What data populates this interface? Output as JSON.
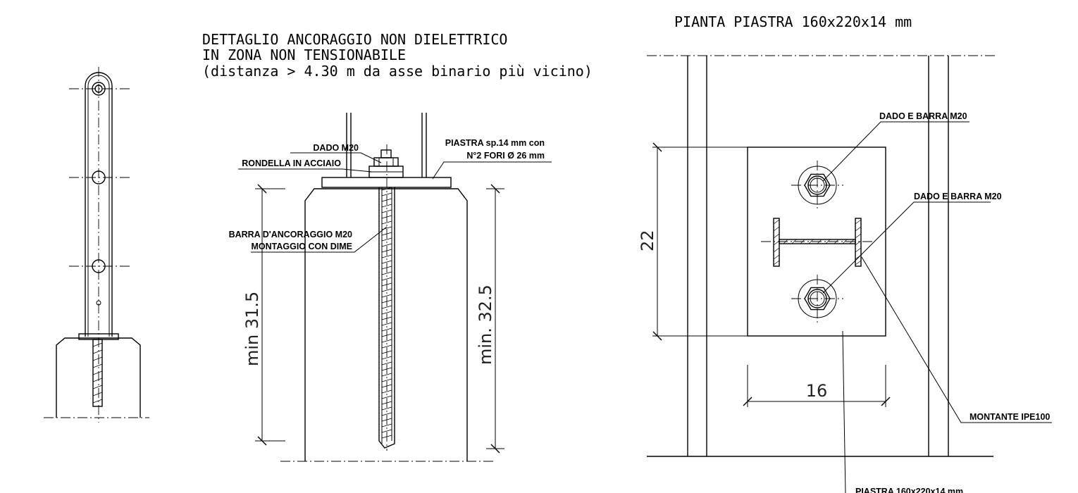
{
  "titles": {
    "detail_line1": "DETTAGLIO ANCORAGGIO NON DIELETTRICO",
    "detail_line2": "IN ZONA NON TENSIONABILE",
    "detail_line3": "(distanza > 4.30 m da asse binario più vicino)",
    "plan": "PIANTA PIASTRA 160x220x14 mm"
  },
  "section_labels": {
    "dado": "DADO M20",
    "rondella": "RONDELLA IN ACCIAIO",
    "piastra_line1": "PIASTRA sp.14 mm con",
    "piastra_line2": "N°2 FORI Ø 26 mm",
    "barra_line1": "BARRA D'ANCORAGGIO M20",
    "barra_line2": "MONTAGGIO CON DIME"
  },
  "section_dims": {
    "left": "min 31.5",
    "right": "min. 32.5"
  },
  "plan_labels": {
    "dado_barra_top": "DADO E BARRA M20",
    "dado_barra_mid": "DADO E BARRA M20",
    "montante": "MONTANTE IPE100",
    "piastra": "PIASTRA 160x220x14 mm"
  },
  "plan_dims": {
    "height": "22",
    "width": "16"
  }
}
